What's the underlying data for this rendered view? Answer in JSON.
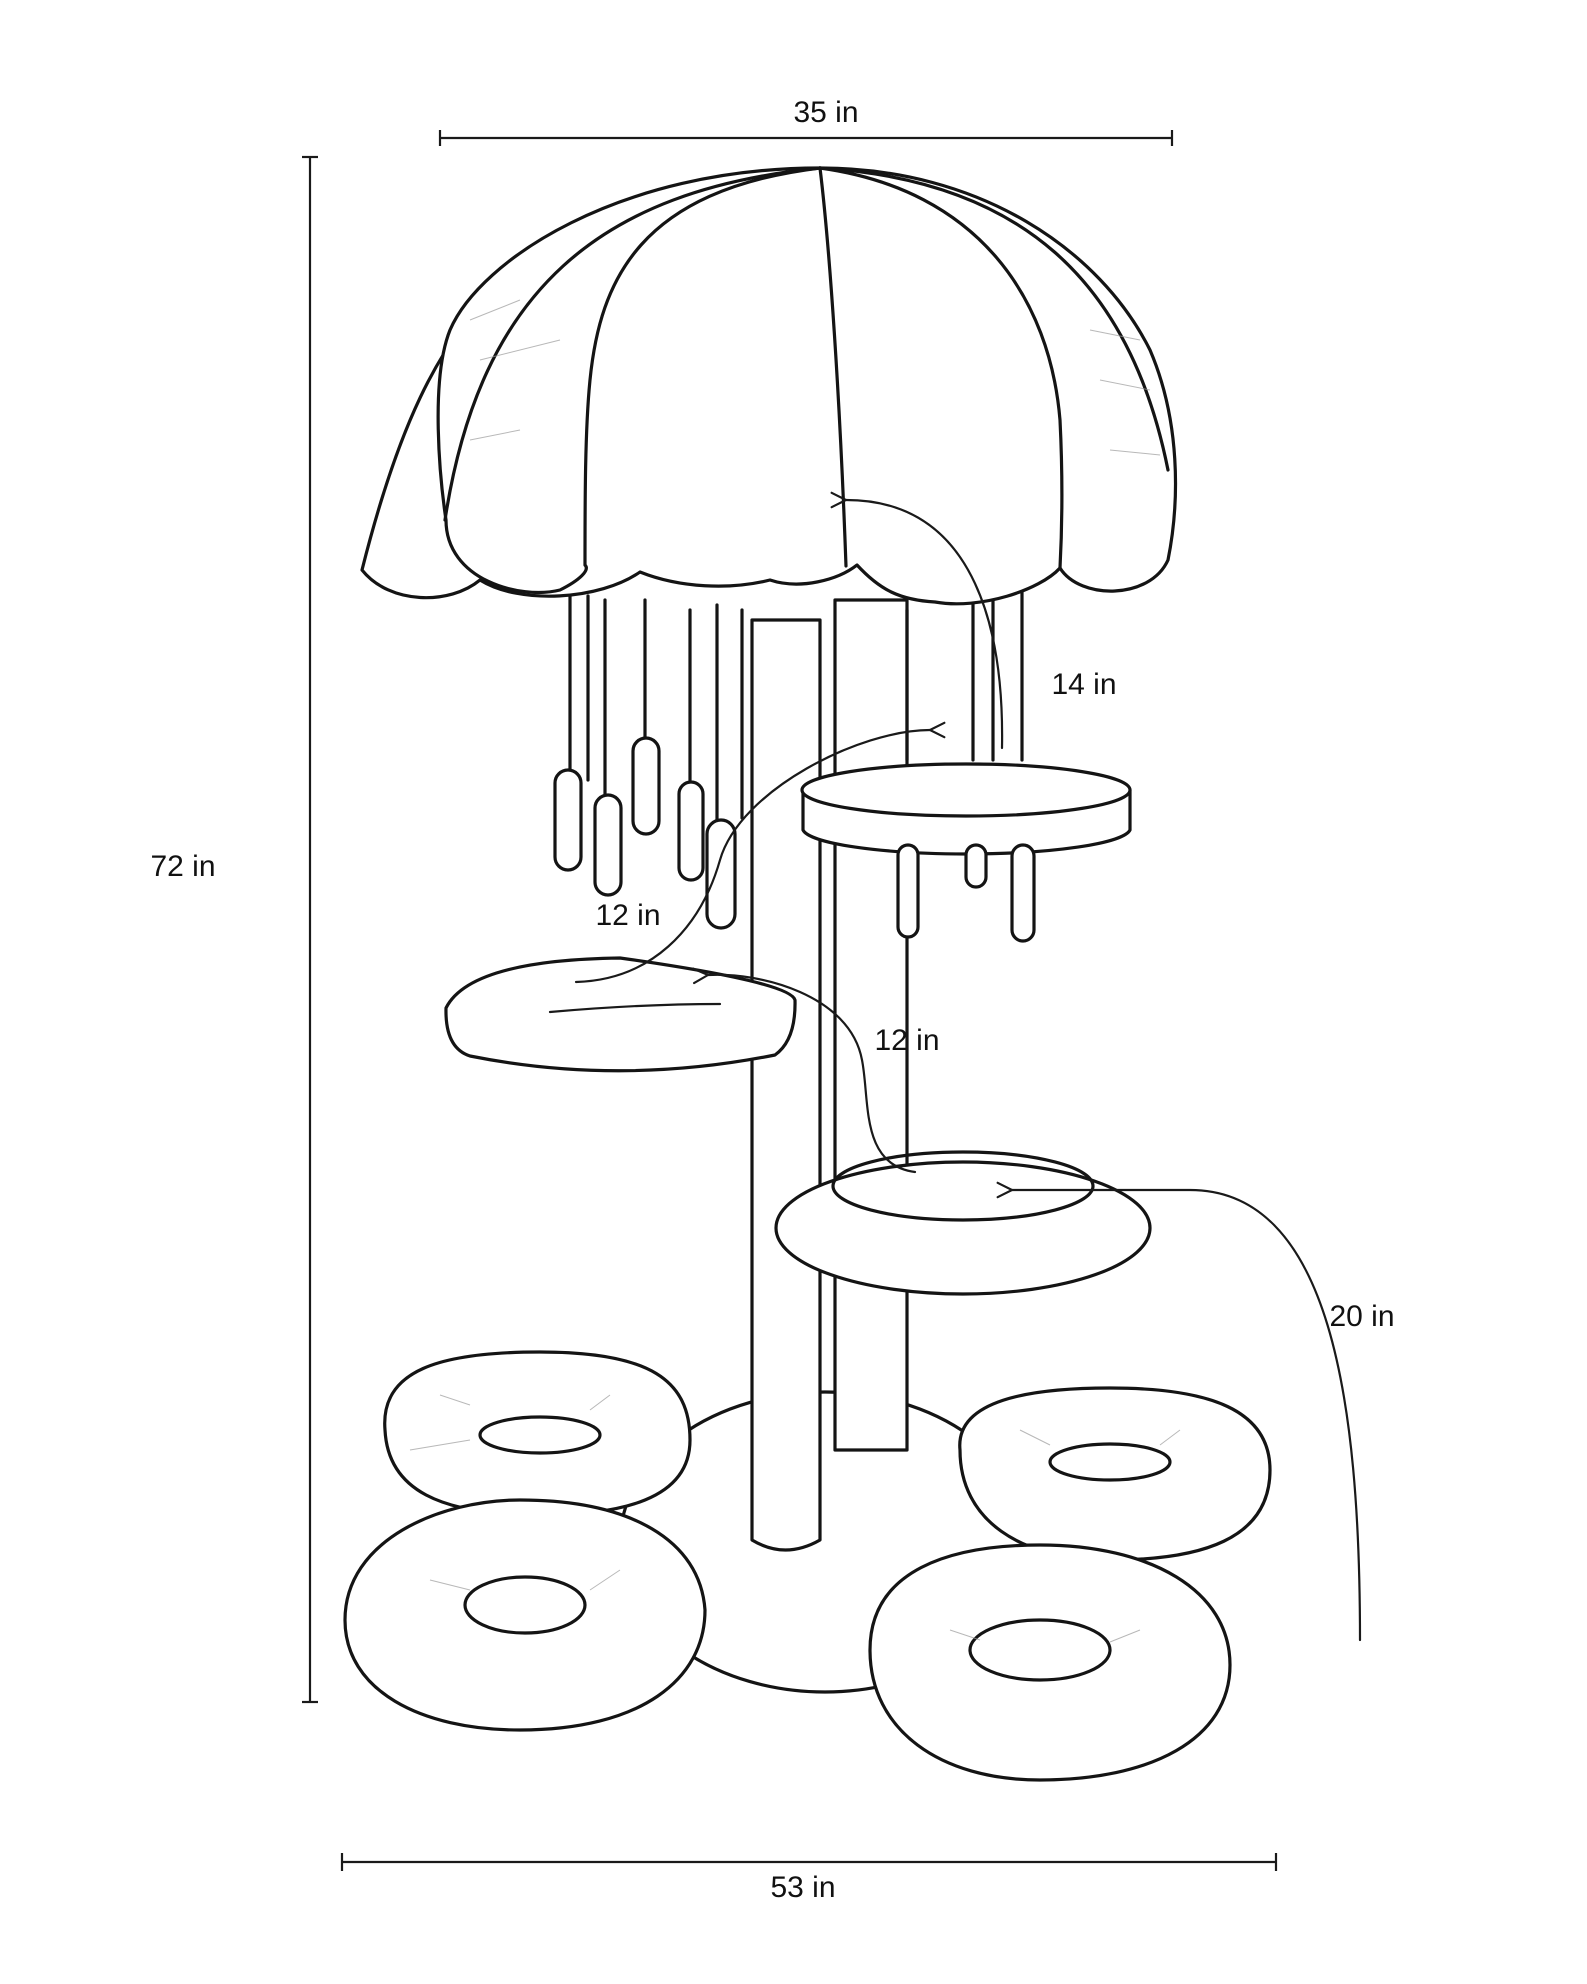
{
  "dimensions": {
    "top_width": "35 in",
    "total_height": "72 in",
    "base_width": "53 in",
    "tier_a": "14 in",
    "tier_b": "12 in",
    "tier_c": "12 in",
    "tier_d": "20 in"
  },
  "colors": {
    "line": "#141414",
    "background": "#ffffff"
  }
}
